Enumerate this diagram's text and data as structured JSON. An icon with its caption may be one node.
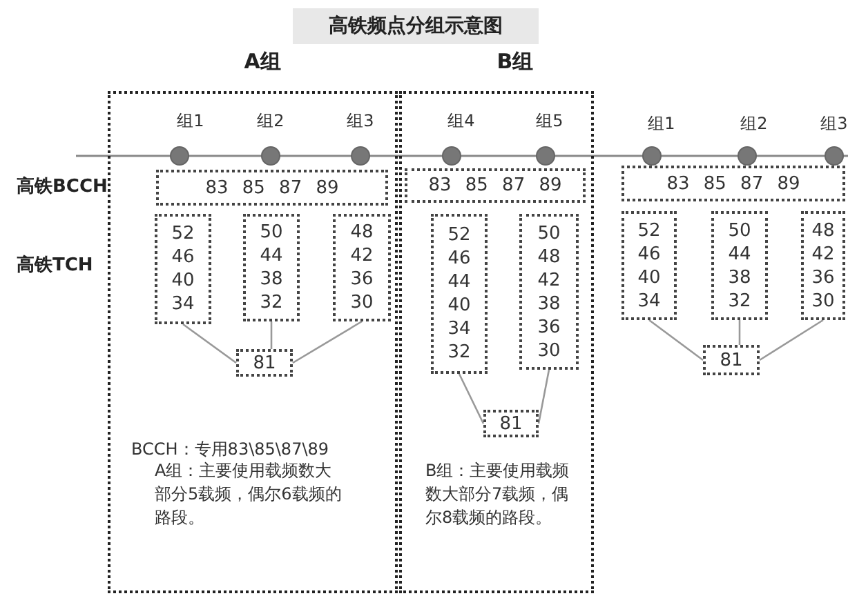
{
  "diagram": {
    "title": "高铁频点分组示意图",
    "nodes": [
      {
        "text": [
          "A组"
        ]
      },
      {
        "text": [
          "83 85 87 89"
        ],
        "in": 0
      },
      {
        "text": [
          "52 46 40 34"
        ],
        "in": 0
      },
      {
        "text": [
          "50 44 38 32"
        ],
        "in": 0
      },
      {
        "text": [
          "48 42 36 30"
        ],
        "in": 0
      },
      {
        "text": [
          "81"
        ],
        "in": 0
      },
      {
        "text": [
          "B组"
        ]
      },
      {
        "text": [
          "83 85 87 89"
        ],
        "in": 6
      },
      {
        "text": [
          "52 46 44 40 34 32"
        ],
        "in": 6
      },
      {
        "text": [
          "50 48 42 38 36 30"
        ],
        "in": 6
      },
      {
        "text": [
          "81"
        ],
        "in": 6
      },
      {
        "text": [
          "83 85 87 89"
        ]
      },
      {
        "text": [
          "52 46 40 34"
        ]
      },
      {
        "text": [
          "50 44 38 32"
        ]
      },
      {
        "text": [
          "48 42 36 30"
        ]
      },
      {
        "text": [
          "81"
        ]
      }
    ],
    "edges": [
      {
        "from": 2,
        "to": 5,
        "arrow": "none"
      },
      {
        "from": 3,
        "to": 5,
        "arrow": "none"
      },
      {
        "from": 4,
        "to": 5,
        "arrow": "none"
      },
      {
        "from": 8,
        "to": 10,
        "arrow": "none"
      },
      {
        "from": 9,
        "to": 10,
        "arrow": "none"
      },
      {
        "from": 12,
        "to": 15,
        "arrow": "none"
      },
      {
        "from": 13,
        "to": 15,
        "arrow": "none"
      },
      {
        "from": 14,
        "to": 15,
        "arrow": "none"
      }
    ],
    "labels": [
      "组1",
      "组2",
      "组3",
      "组4",
      "组5",
      "组1",
      "组2",
      "组3",
      "高铁BCCH",
      "高铁TCH",
      "BCCH：专用83\\85\\87\\89",
      "A组：主要使用载频数大部分5载频，偶尔6载频的路段。",
      "B组：主要使用载频数大部分7载频，偶尔8载频的路段。"
    ]
  }
}
